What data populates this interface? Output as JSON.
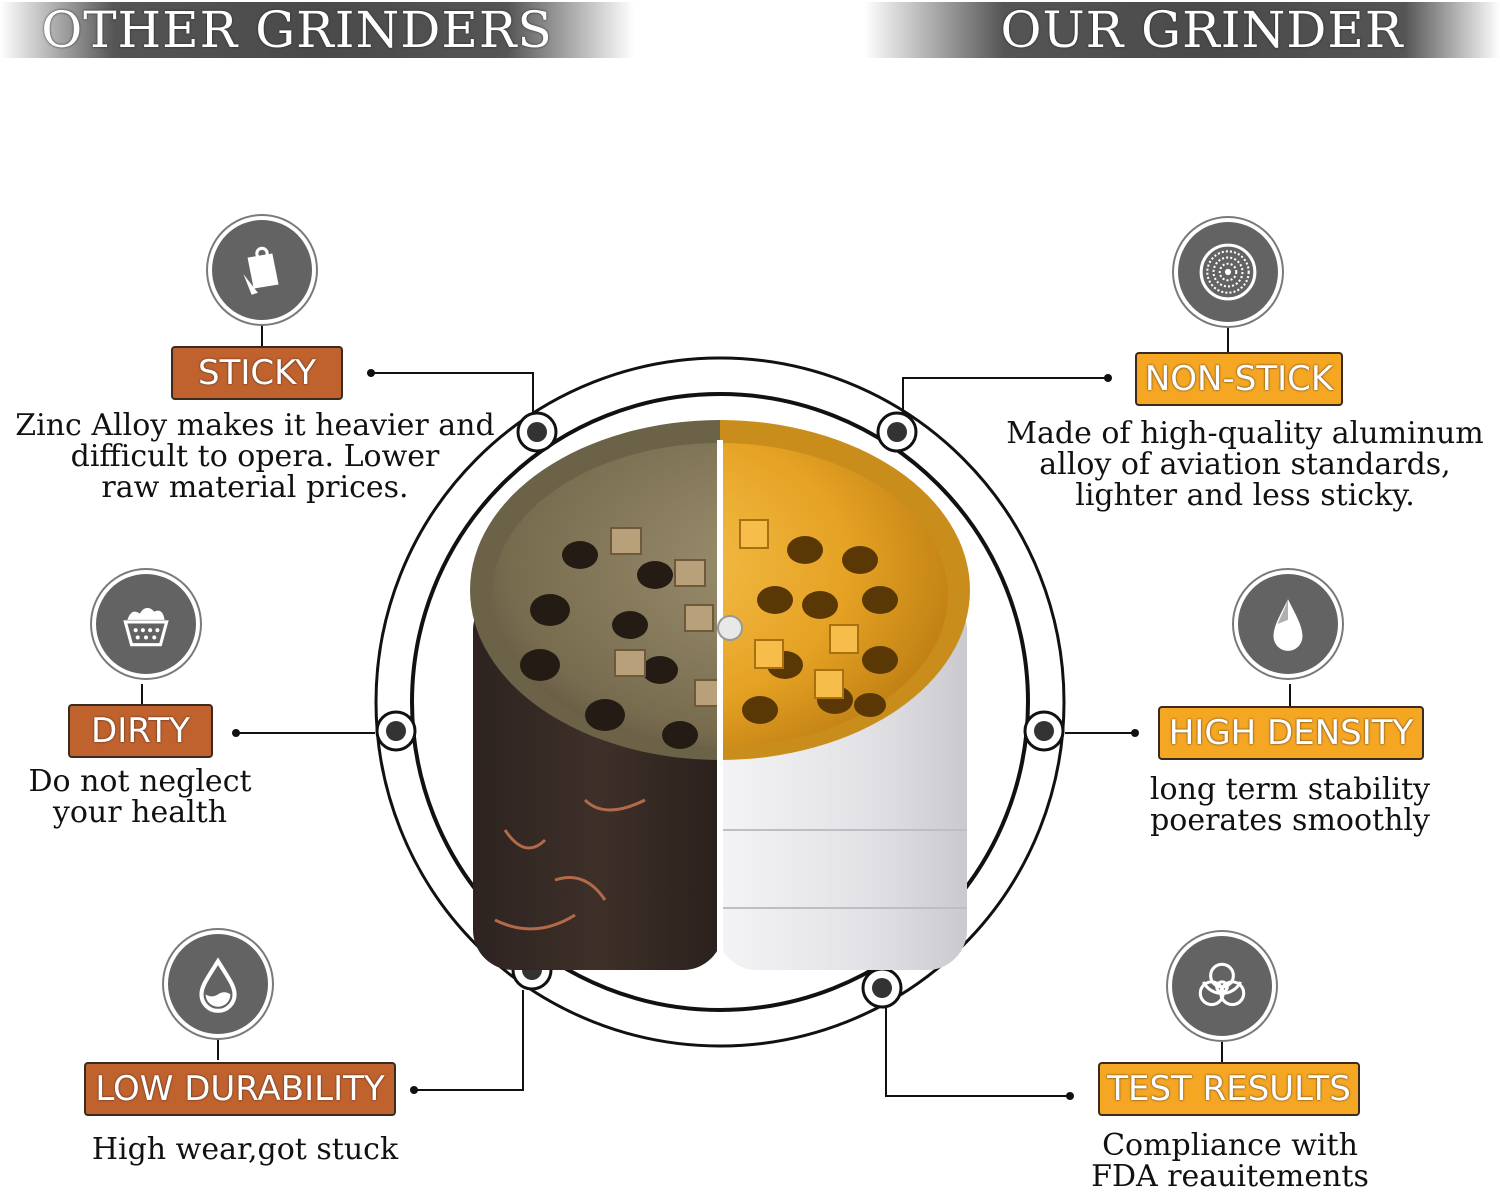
{
  "headers": {
    "left": "OTHER GRINDERS",
    "right": "OUR GRINDER"
  },
  "colors": {
    "bad_label": "#c0622e",
    "good_label": "#f5a623",
    "icon_bg": "#636363",
    "header_bg": "#4a4a4a"
  },
  "left_features": [
    {
      "icon": "sticky-note-icon",
      "label": "STICKY",
      "lines": [
        "Zinc Alloy makes it heavier and",
        "difficult to opera. Lower",
        "raw material prices."
      ]
    },
    {
      "icon": "dirty-basket-icon",
      "label": "DIRTY",
      "lines": [
        "Do not neglect",
        "your health"
      ]
    },
    {
      "icon": "water-drop-icon",
      "label": "LOW DURABILITY",
      "lines": [
        "High wear,got stuck"
      ]
    }
  ],
  "right_features": [
    {
      "icon": "mesh-disc-icon",
      "label": "NON-STICK",
      "lines": [
        "Made of high-quality aluminum",
        "alloy of aviation standards,",
        "lighter and less sticky."
      ]
    },
    {
      "icon": "density-drop-icon",
      "label": "HIGH DENSITY",
      "lines": [
        "long term stability",
        "poerates smoothly"
      ]
    },
    {
      "icon": "biohazard-icon",
      "label": "TEST RESULTS",
      "lines": [
        "Compliance with",
        "FDA reauitements"
      ]
    }
  ]
}
